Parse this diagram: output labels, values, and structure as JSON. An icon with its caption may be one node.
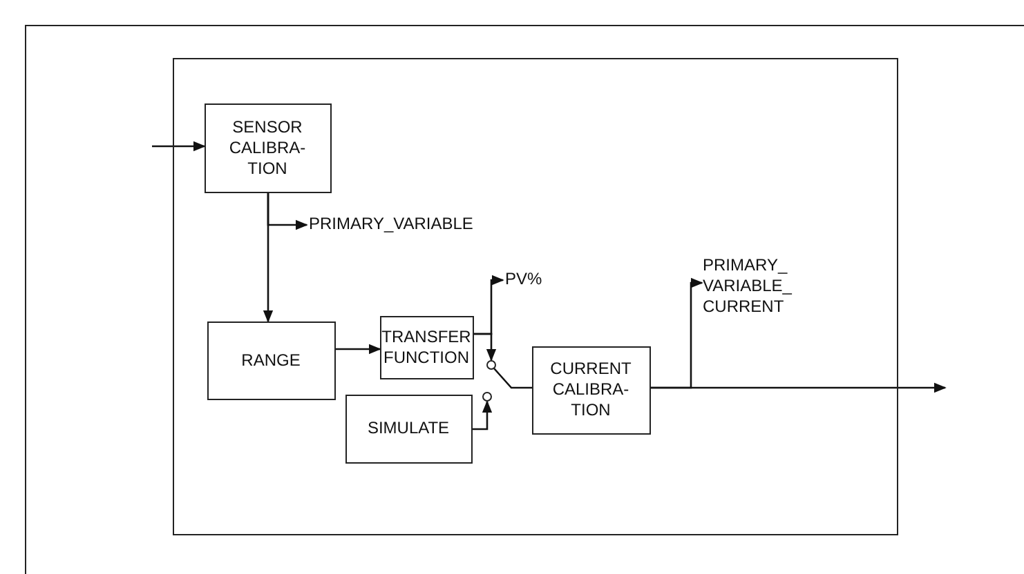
{
  "diagram": {
    "nodes": [
      {
        "text": [],
        "shape": "box"
      },
      {
        "text": [
          "SENSOR CALIBRA- TION"
        ],
        "in": 0
      },
      {
        "text": [
          "PRIMARY_VARIABLE"
        ],
        "in": 0
      },
      {
        "text": [
          "RANGE"
        ],
        "in": 0
      },
      {
        "text": [
          "TRANSFER FUNCTION"
        ],
        "in": 0
      },
      {
        "text": [
          "PV%"
        ],
        "in": 0
      },
      {
        "text": [
          "CURRENT CALIBRA- TION"
        ],
        "in": 0
      },
      {
        "text": [
          "SIMULATE"
        ],
        "in": 0
      },
      {
        "text": [
          "PRIMARY_ VARIABLE_ CURRENT"
        ],
        "in": 0
      },
      {
        "text": [],
        "shape": "circle",
        "in": 0
      },
      {
        "text": [],
        "shape": "circle",
        "in": 0
      }
    ],
    "edges": [
      {
        "from": null,
        "to": 1,
        "arrow": "to"
      },
      {
        "from": 1,
        "to": 2,
        "arrow": "to"
      },
      {
        "from": 1,
        "to": 3,
        "arrow": "to"
      },
      {
        "from": 3,
        "to": 4,
        "arrow": "to"
      },
      {
        "from": 4,
        "to": 5,
        "arrow": "to"
      },
      {
        "from": 4,
        "to": 9,
        "arrow": "to"
      },
      {
        "from": 9,
        "to": 6,
        "arrow": "none"
      },
      {
        "from": 7,
        "to": 10,
        "arrow": "to"
      },
      {
        "from": 6,
        "to": 8,
        "arrow": "to"
      },
      {
        "from": 6,
        "to": null,
        "arrow": "to"
      }
    ]
  }
}
